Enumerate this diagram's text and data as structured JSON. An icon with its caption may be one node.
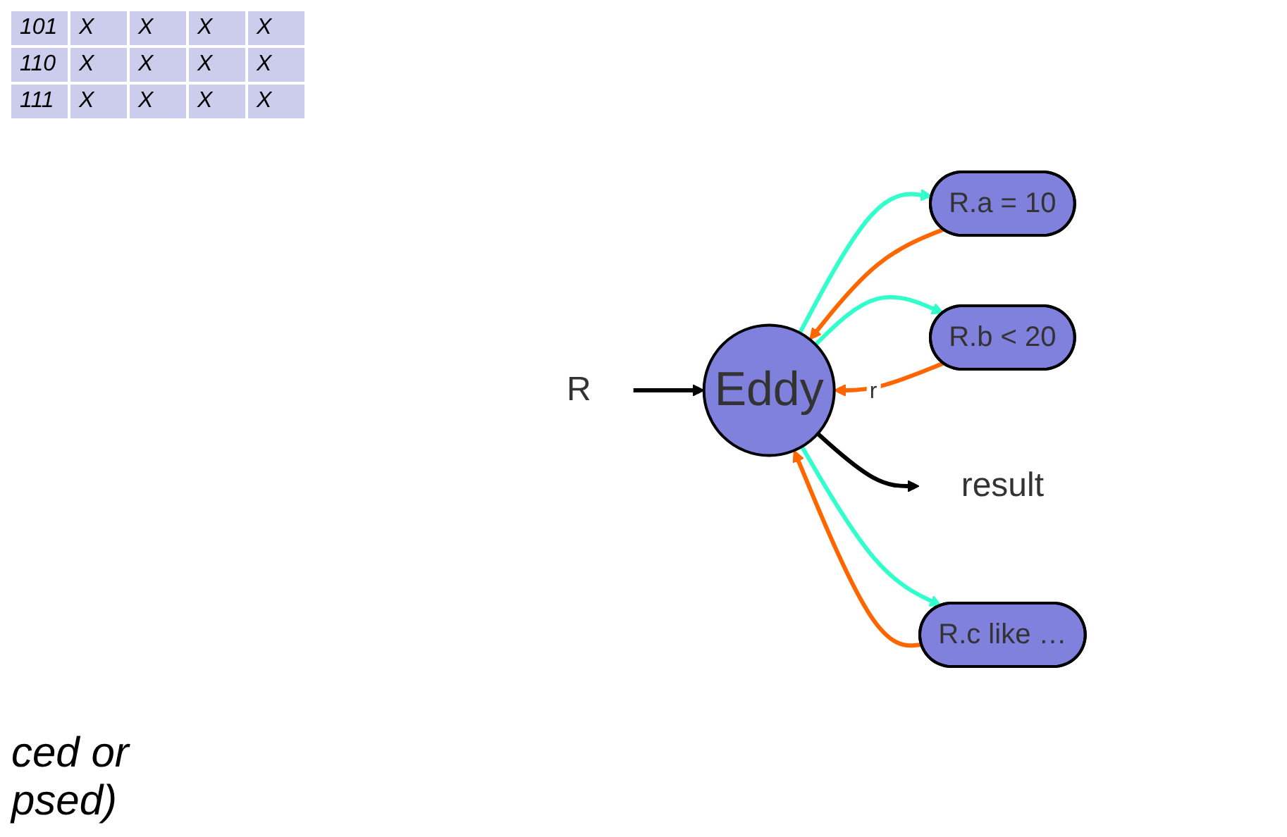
{
  "diagram": {
    "nodes": [
      {
        "text": [
          "R"
        ]
      },
      {
        "text": [
          "Eddy"
        ]
      },
      {
        "text": [
          "R.a = 10"
        ]
      },
      {
        "text": [
          "R.b < 20"
        ]
      },
      {
        "text": [
          "R.c like …"
        ]
      },
      {
        "text": [
          "result"
        ]
      }
    ],
    "edges": [
      {
        "from": 0,
        "to": 1,
        "arrow": "to",
        "color": "#000000"
      },
      {
        "from": 2,
        "to": 1,
        "arrow": "to",
        "color": "#ff6600"
      },
      {
        "from": 1,
        "to": 2,
        "arrow": "to",
        "color": "#33ffcc"
      },
      {
        "from": 3,
        "to": 1,
        "arrow": "to",
        "label": "r",
        "color": "#ff6600"
      },
      {
        "from": 1,
        "to": 3,
        "arrow": "to",
        "color": "#33ffcc"
      },
      {
        "from": 1,
        "to": 5,
        "arrow": "to",
        "color": "#000000"
      },
      {
        "from": 4,
        "to": 1,
        "arrow": "to",
        "color": "#ff6600"
      },
      {
        "from": 1,
        "to": 4,
        "arrow": "to",
        "color": "#33ffcc"
      }
    ],
    "labels": [
      "101",
      "X",
      "X",
      "X",
      "X",
      "110",
      "X",
      "X",
      "X",
      "X",
      "111",
      "X",
      "X",
      "X",
      "X",
      "ced or",
      "psed)"
    ]
  }
}
